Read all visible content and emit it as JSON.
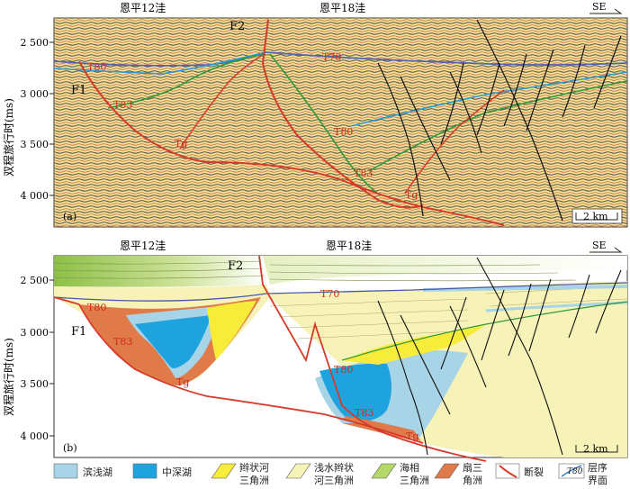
{
  "panel_a": {
    "tag": "(a)",
    "sag_left": "恩平12洼",
    "sag_right": "恩平18洼",
    "direction": "SE",
    "y_axis_title": "双程旅行时(ms)",
    "y_ticks": [
      "2 500",
      "3 000",
      "3 500",
      "4 000"
    ],
    "scale": "2 km",
    "faults": [
      "F1",
      "F2"
    ],
    "horizons": [
      "T70",
      "T80",
      "T83",
      "Tg",
      "T80",
      "T83",
      "Tg"
    ]
  },
  "panel_b": {
    "tag": "(b)",
    "sag_left": "恩平12洼",
    "sag_right": "恩平18洼",
    "direction": "SE",
    "y_axis_title": "双程旅行时(ms)",
    "y_ticks": [
      "2 500",
      "3 000",
      "3 500",
      "4 000"
    ],
    "scale": "2 km",
    "faults": [
      "F1",
      "F2"
    ],
    "horizons": [
      "T70",
      "T80",
      "T83",
      "Tg",
      "T80",
      "T83",
      "Tg"
    ]
  },
  "legend": {
    "items": [
      {
        "label": "滨浅湖",
        "color": "#a8d4e8"
      },
      {
        "label": "中深湖",
        "color": "#1fa3df"
      },
      {
        "label": "辫状河三角洲",
        "color": "#f7ec3a"
      },
      {
        "label": "浅水辫状河三角洲",
        "color": "#f6f2b8"
      },
      {
        "label": "海相三角洲",
        "color": "#b5d86a"
      },
      {
        "label": "扇三角洲",
        "color": "#e07a48"
      },
      {
        "label": "断裂",
        "color": "#d63a2a"
      },
      {
        "label": "层序界面",
        "color": "#3a7fc0"
      }
    ],
    "multiline": [
      [
        "辫状河",
        "三角洲"
      ],
      [
        "浅水辫状",
        "河三角洲"
      ],
      [
        "海相",
        "三角洲"
      ],
      [
        "扇三",
        "角洲"
      ],
      [
        "层序",
        "界面"
      ]
    ],
    "symbol_text": "T80"
  }
}
